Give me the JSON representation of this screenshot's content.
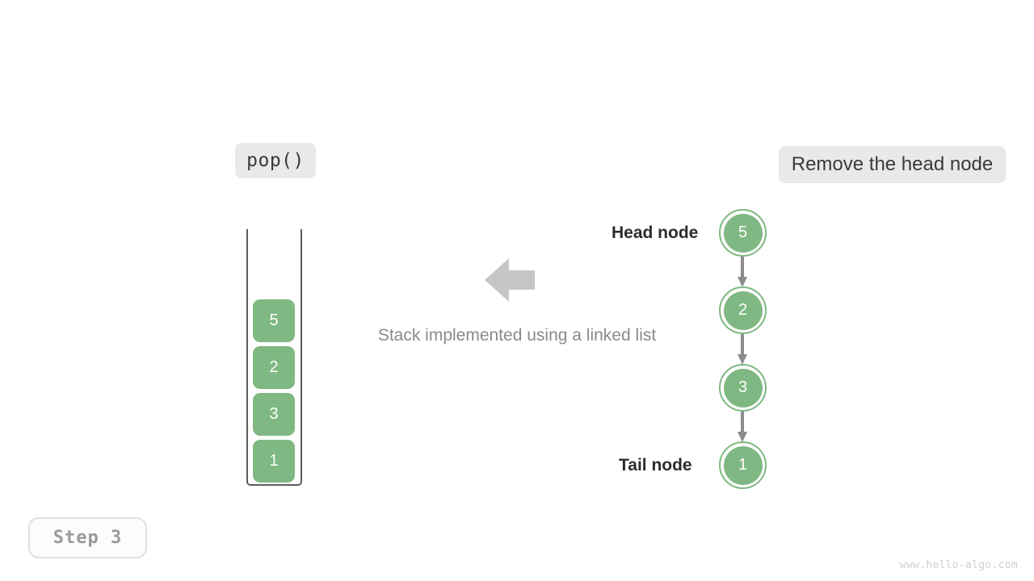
{
  "operation": {
    "label": "pop()"
  },
  "action": {
    "label": "Remove the head node"
  },
  "caption": {
    "text": "Stack implemented using a linked list"
  },
  "step": {
    "label": "Step 3"
  },
  "watermark": {
    "text": "www.hello-algo.com"
  },
  "stack": {
    "items": [
      {
        "value": "5"
      },
      {
        "value": "2"
      },
      {
        "value": "3"
      },
      {
        "value": "1"
      }
    ]
  },
  "linked_list": {
    "nodes": [
      {
        "value": "5"
      },
      {
        "value": "2"
      },
      {
        "value": "3"
      },
      {
        "value": "1"
      }
    ],
    "head_label": "Head node",
    "tail_label": "Tail node"
  },
  "colors": {
    "node_green": "#7fb882",
    "chip_gray": "#e9e9e9",
    "arrow_gray": "#8c8c8c",
    "big_arrow_gray": "#c6c6c6",
    "text_dark": "#2c2c2c",
    "text_muted": "#8a8a8a"
  },
  "icons": {
    "transform_arrow": "arrow-left-icon",
    "link_arrow": "arrow-down-icon"
  }
}
